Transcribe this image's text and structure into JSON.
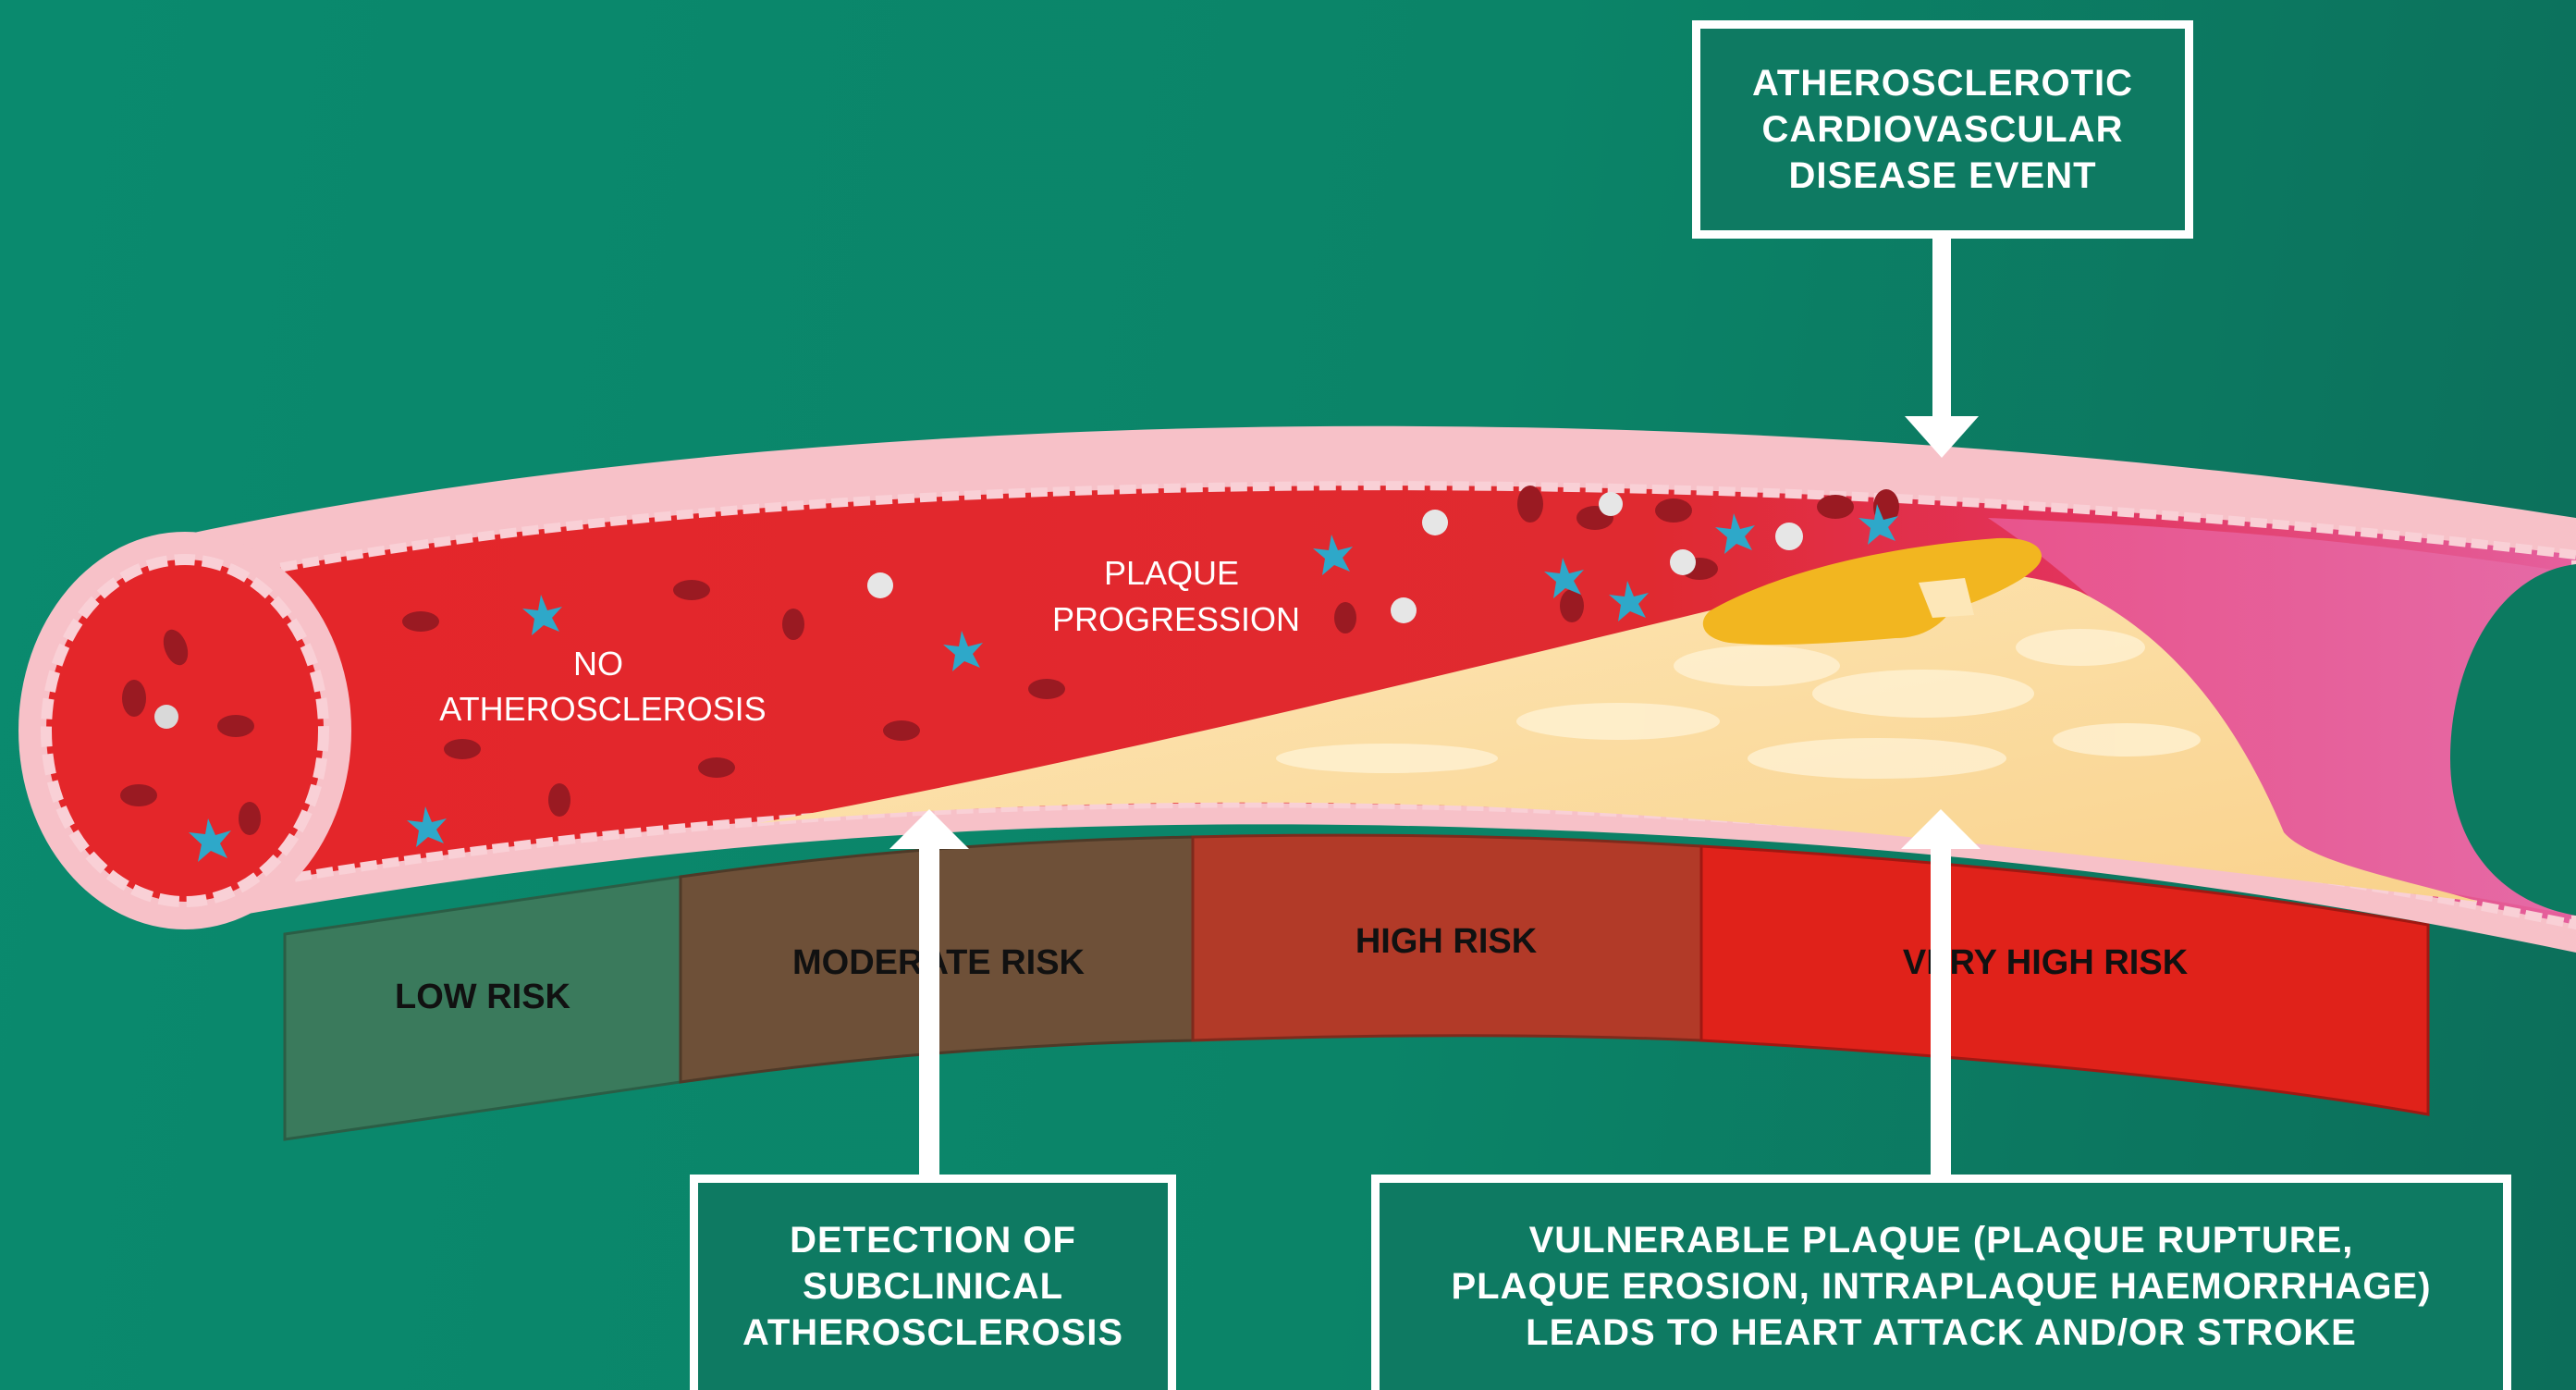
{
  "colors": {
    "background": "#0a8a6e",
    "vessel_wall": "#f7c1c8",
    "blood": "#e4262a",
    "plaque": "#fbd9a0",
    "necrotic_core": "#f2b620",
    "low_risk": "#3a7a5c",
    "moderate_risk": "#6e5038",
    "high_risk": "#b23a28",
    "very_high_risk": "#e0221a"
  },
  "vessel": {
    "stage_no_atherosclerosis": [
      "NO",
      "ATHEROSCLEROSIS"
    ],
    "stage_plaque_progression": [
      "PLAQUE",
      "PROGRESSION"
    ]
  },
  "risk_bands": [
    {
      "label": "LOW RISK"
    },
    {
      "label": "MODERATE RISK"
    },
    {
      "label": "HIGH RISK"
    },
    {
      "label": "VERY HIGH RISK"
    }
  ],
  "callouts": {
    "event": [
      "ATHEROSCLEROTIC",
      "CARDIOVASCULAR",
      "DISEASE EVENT"
    ],
    "detection": [
      "DETECTION OF",
      "SUBCLINICAL",
      "ATHEROSCLEROSIS"
    ],
    "vulnerable": [
      "VULNERABLE PLAQUE (PLAQUE RUPTURE,",
      "PLAQUE EROSION, INTRAPLAQUE HAEMORRHAGE)",
      "LEADS TO HEART ATTACK AND/OR STROKE"
    ]
  }
}
